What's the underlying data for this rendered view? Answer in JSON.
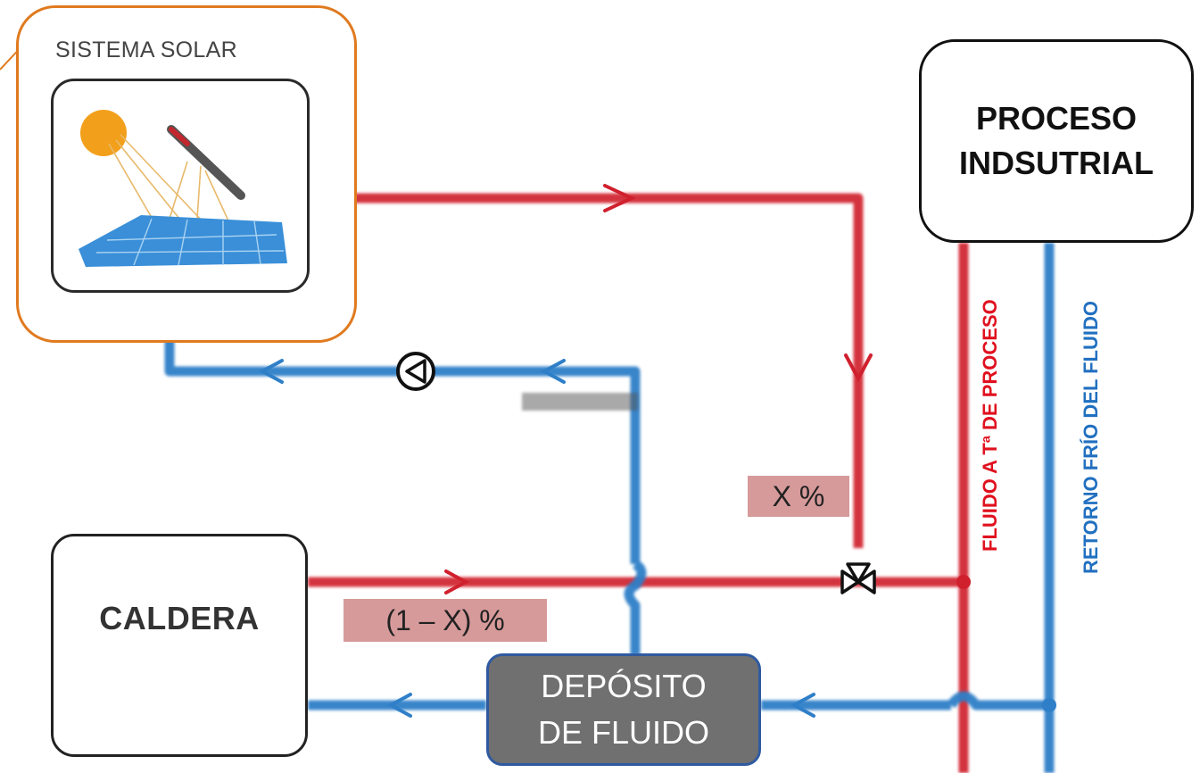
{
  "solar_system": {
    "title": "SISTEMA SOLAR"
  },
  "process": {
    "line1": "PROCESO",
    "line2": "INDSUTRIAL"
  },
  "boiler": {
    "label": "CALDERA"
  },
  "tank": {
    "line1": "DEPÓSITO",
    "line2": "DE FLUIDO"
  },
  "fractions": {
    "solar": "X %",
    "boiler": "(1 – X) %"
  },
  "lines": {
    "hot_supply": "FLUIDO A Tª DE PROCESO",
    "cold_return": "RETORNO FRÍO DEL FLUIDO"
  },
  "colors": {
    "hot": "#d0202e",
    "cold": "#2f7fc8",
    "frame": "#e07a1f",
    "tank_fill": "#707070",
    "tag_fill": "#d79a9a"
  }
}
